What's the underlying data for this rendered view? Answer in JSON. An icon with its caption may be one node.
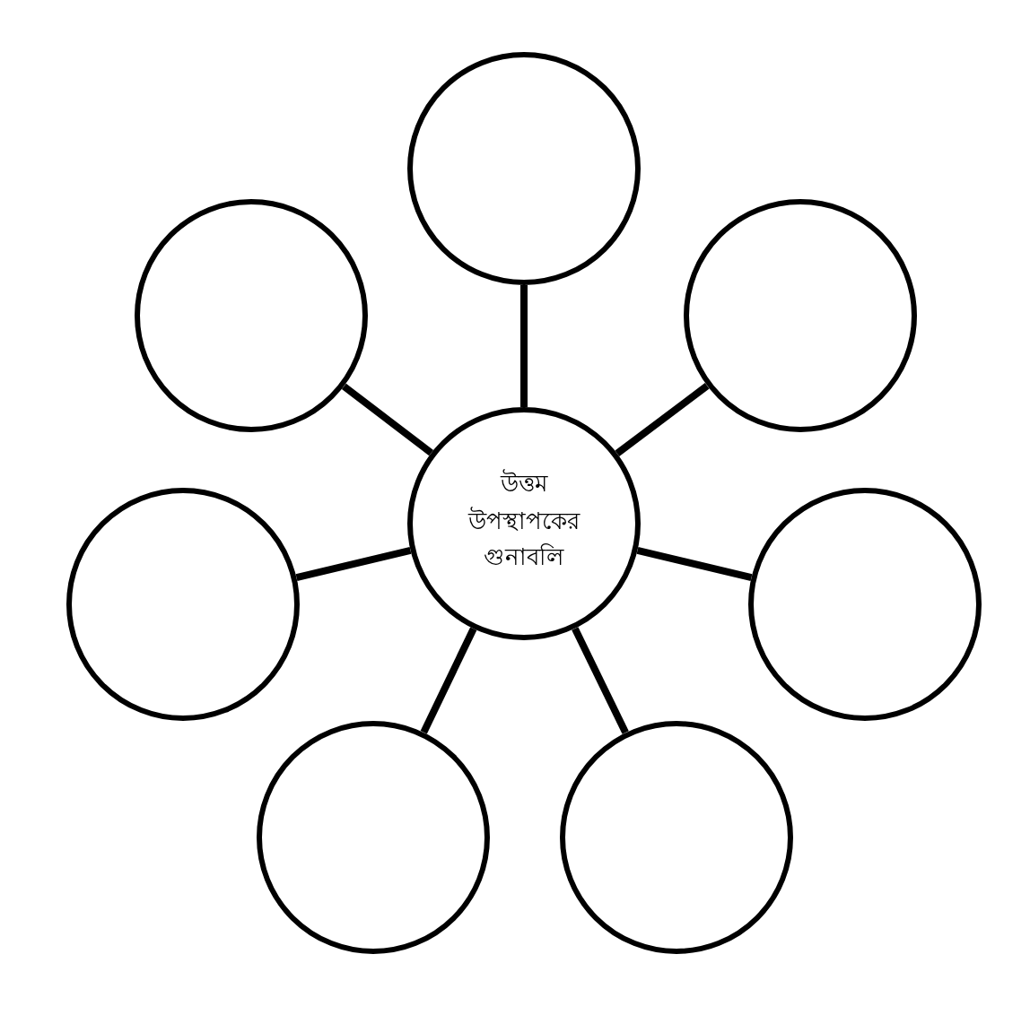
{
  "diagram": {
    "nodes": [
      {
        "text": [
          "উত্তম উপস্থাপকের গুনাবলি"
        ]
      },
      {
        "text": [],
        "shape": "circle"
      },
      {
        "text": [],
        "shape": "circle"
      },
      {
        "text": [],
        "shape": "circle"
      },
      {
        "text": [],
        "shape": "circle"
      },
      {
        "text": [],
        "shape": "circle"
      },
      {
        "text": [],
        "shape": "circle"
      },
      {
        "text": [],
        "shape": "circle"
      }
    ],
    "edges": [
      {
        "from": 0,
        "to": 1,
        "arrow": "none"
      },
      {
        "from": 0,
        "to": 2,
        "arrow": "none"
      },
      {
        "from": 0,
        "to": 3,
        "arrow": "none"
      },
      {
        "from": 0,
        "to": 4,
        "arrow": "none"
      },
      {
        "from": 0,
        "to": 5,
        "arrow": "none"
      },
      {
        "from": 0,
        "to": 6,
        "arrow": "none"
      },
      {
        "from": 0,
        "to": 7,
        "arrow": "none"
      }
    ]
  }
}
